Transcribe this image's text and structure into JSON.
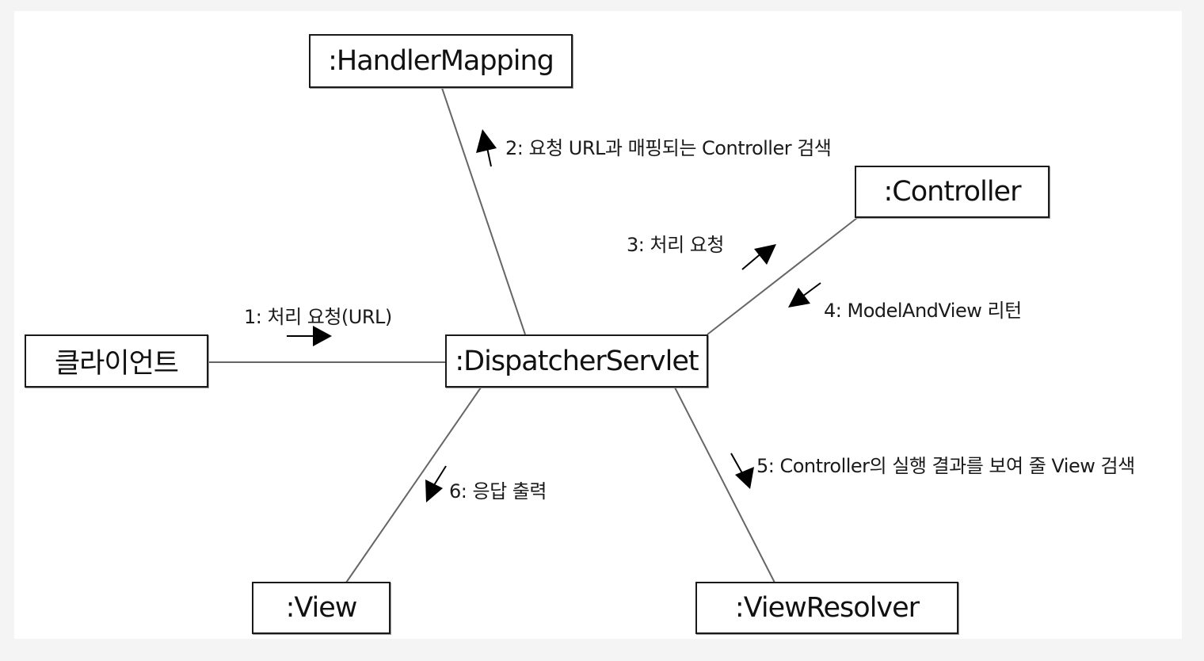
{
  "nodes": {
    "handler_mapping": ":HandlerMapping",
    "controller": ":Controller",
    "client": "클라이언트",
    "dispatcher_servlet": ":DispatcherServlet",
    "view": ":View",
    "view_resolver": ":ViewResolver"
  },
  "messages": {
    "m1": "1: 처리 요청(URL)",
    "m2": "2: 요청 URL과 매핑되는 Controller 검색",
    "m3": "3: 처리 요청",
    "m4": "4: ModelAndView 리턴",
    "m5": "5: Controller의 실행 결과를 보여 줄 View 검색",
    "m6": "6: 응답 출력"
  },
  "colors": {
    "line": "#666666",
    "arrow": "#000000",
    "border": "#1a1a1a",
    "background": "#f4f4f4"
  }
}
